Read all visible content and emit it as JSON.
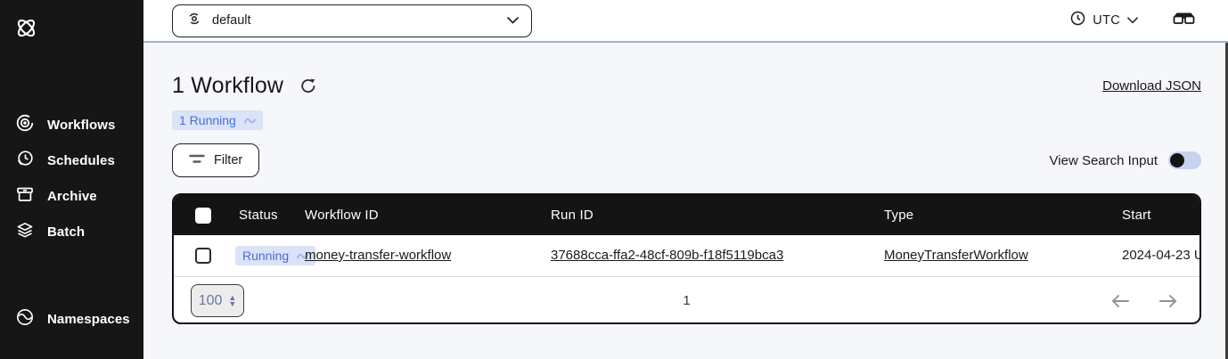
{
  "sidebar": {
    "items": [
      {
        "label": "Workflows"
      },
      {
        "label": "Schedules"
      },
      {
        "label": "Archive"
      },
      {
        "label": "Batch"
      }
    ],
    "bottom_items": [
      {
        "label": "Namespaces"
      }
    ]
  },
  "topbar": {
    "namespace_selector_value": "default",
    "timezone_label": "UTC"
  },
  "page": {
    "title": "1 Workflow",
    "download_json_label": "Download JSON",
    "running_badge_label": "1 Running"
  },
  "toolbar": {
    "filter_label": "Filter",
    "view_search_input_label": "View Search Input",
    "search_toggle_on": false
  },
  "table": {
    "columns": {
      "status": "Status",
      "workflow_id": "Workflow ID",
      "run_id": "Run ID",
      "type": "Type",
      "start": "Start"
    },
    "rows": [
      {
        "status": "Running",
        "workflow_id": "money-transfer-workflow",
        "run_id": "37688cca-ffa2-48cf-809b-f18f5119bca3",
        "type": "MoneyTransferWorkflow",
        "start": "2024-04-23 U"
      }
    ],
    "pagination": {
      "page_size": "100",
      "current_page": "1"
    }
  },
  "colors": {
    "sidebar_bg": "#161616",
    "table_header_bg": "#141414",
    "badge_bg": "#dbe3f8",
    "badge_text": "#4a6ed3",
    "toggle_track": "#c7d3f0",
    "topbar_divider": "#a3afcc",
    "main_bg": "#f6f7fb"
  }
}
